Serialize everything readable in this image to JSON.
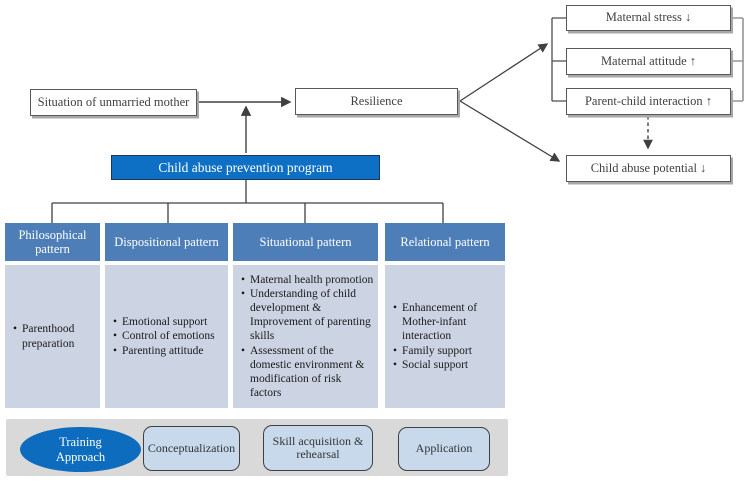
{
  "diagram": {
    "situation": "Situation of unmarried mother",
    "resilience": "Resilience",
    "program": "Child abuse prevention program",
    "outcomes": [
      "Maternal stress ↓",
      "Maternal attitude ↑",
      "Parent-child interaction ↑"
    ],
    "potential": "Child abuse potential ↓"
  },
  "columns": [
    {
      "title": "Philosophical pattern",
      "items": [
        "Parenthood preparation"
      ]
    },
    {
      "title": "Dispositional pattern",
      "items": [
        "Emotional support",
        "Control of emotions",
        "Parenting attitude"
      ]
    },
    {
      "title": "Situational pattern",
      "items": [
        "Maternal health promotion",
        "Understanding of child development & Improvement of parenting skills",
        "Assessment of the domestic environment & modification of risk factors"
      ]
    },
    {
      "title": "Relational pattern",
      "items": [
        "Enhancement of Mother-infant interaction",
        "Family support",
        "Social support"
      ]
    }
  ],
  "training": {
    "label": "Training Approach",
    "steps": [
      "Conceptualization",
      "Skill acquisition & rehearsal",
      "Application"
    ]
  },
  "colors": {
    "program_blue": "#0d70c4",
    "header_blue": "#4e7eb8",
    "body_light_blue": "#ccd3e3",
    "ellipse_blue": "#0d6cbe",
    "step_fill": "#c8d9ec",
    "flow_arrow_blue": "#b3c9e3",
    "bar_gray": "#d9d9d9",
    "line_dark": "#404040",
    "bracket_gray": "#959595"
  }
}
